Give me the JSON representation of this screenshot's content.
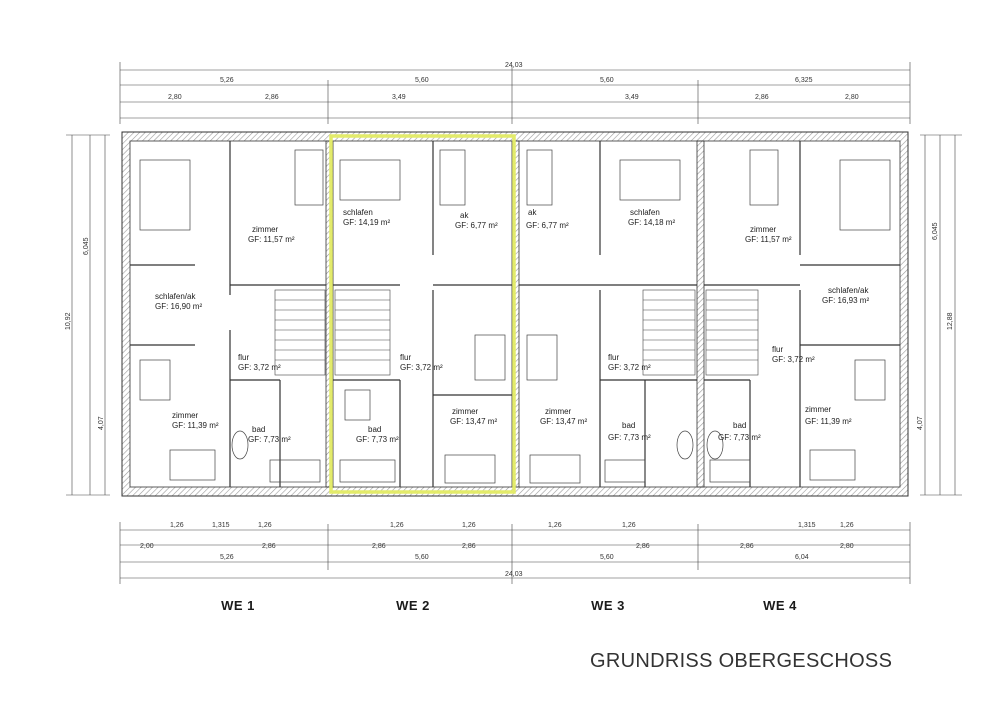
{
  "title": "GRUNDRISS OBERGESCHOSS",
  "units": [
    {
      "label": "WE 1"
    },
    {
      "label": "WE 2"
    },
    {
      "label": "WE 3"
    },
    {
      "label": "WE 4"
    }
  ],
  "highlighted_unit": "WE 2",
  "colors": {
    "highlight": "#e3eb6a",
    "wall_hatch": "#9a9a9a",
    "line": "#333333"
  },
  "rooms": [
    {
      "name": "zimmer",
      "area": "GF: 11,57 m²"
    },
    {
      "name": "schlafen/ak",
      "area": "GF: 16,90 m²"
    },
    {
      "name": "flur",
      "area": "GF: 3,72 m²"
    },
    {
      "name": "zimmer",
      "area": "GF: 11,39 m²"
    },
    {
      "name": "bad",
      "area": "GF: 7,73 m²"
    },
    {
      "name": "schlafen",
      "area": "GF: 14,19 m²"
    },
    {
      "name": "ak",
      "area": "GF: 6,77 m²"
    },
    {
      "name": "flur",
      "area": "GF: 3,72 m²"
    },
    {
      "name": "bad",
      "area": "GF: 7,73 m²"
    },
    {
      "name": "zimmer",
      "area": "GF: 13,47 m²"
    },
    {
      "name": "ak",
      "area": "GF: 6,77 m²"
    },
    {
      "name": "schlafen",
      "area": "GF: 14,18 m²"
    },
    {
      "name": "flur",
      "area": "GF: 3,72 m²"
    },
    {
      "name": "zimmer",
      "area": "GF: 13,47 m²"
    },
    {
      "name": "bad",
      "area": "GF: 7,73 m²"
    },
    {
      "name": "zimmer",
      "area": "GF: 11,57 m²"
    },
    {
      "name": "schlafen/ak",
      "area": "GF: 16,93 m²"
    },
    {
      "name": "flur",
      "area": "GF: 3,72 m²"
    },
    {
      "name": "bad",
      "area": "GF: 7,73 m²"
    },
    {
      "name": "zimmer",
      "area": "GF: 11,39 m²"
    }
  ],
  "dimensions": {
    "overall_width": "24,03",
    "top_row1": [
      "5,26",
      "5,60",
      "5,60",
      "6,325"
    ],
    "top_row2": [
      "2,80",
      "2,86",
      "3,49",
      "3,49",
      "2,86",
      "2,80"
    ],
    "bottom_row1": [
      "1,26",
      "1,315",
      "1,26",
      "1,26",
      "1,26",
      "1,26",
      "1,26",
      "1,315",
      "1,26"
    ],
    "bottom_row2": [
      "2,00",
      "2,86",
      "2,86",
      "2,86",
      "2,86",
      "2,86",
      "2,80"
    ],
    "bottom_row3": [
      "5,26",
      "5,60",
      "5,60",
      "6,04"
    ],
    "left_side": [
      "10,92",
      "6,045",
      "4,07"
    ],
    "right_side": [
      "12,88",
      "6,045",
      "4,07"
    ]
  }
}
